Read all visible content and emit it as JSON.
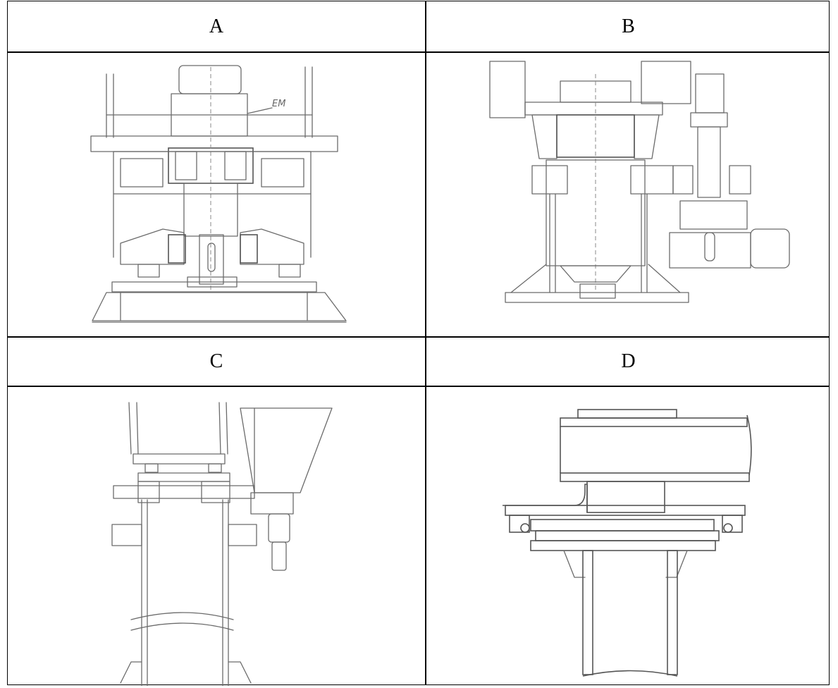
{
  "cells": [
    {
      "label": "A",
      "note": "EM"
    },
    {
      "label": "B"
    },
    {
      "label": "C"
    },
    {
      "label": "D"
    }
  ],
  "colors": {
    "border": "#000000",
    "sketch": "#6b6b6b",
    "hatch": "#9a9a9a"
  }
}
